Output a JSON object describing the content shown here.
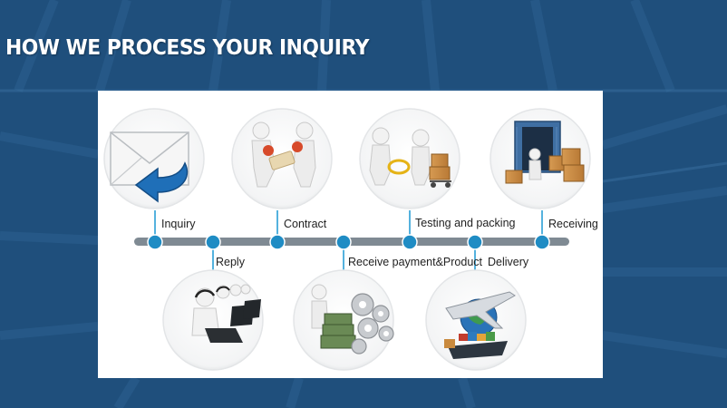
{
  "title": "HOW WE PROCESS YOUR INQUIRY",
  "colors": {
    "background": "#1f4f7c",
    "timeline": "#7f8a93",
    "node": "#1f8cc4",
    "connector": "#2a9fd6"
  },
  "steps": [
    {
      "label": "Inquiry",
      "icon": "envelope-reply-icon"
    },
    {
      "label": "Reply",
      "icon": "call-center-icon"
    },
    {
      "label": "Contract",
      "icon": "handshake-contract-icon"
    },
    {
      "label": "Receive payment&Product",
      "icon": "money-gears-icon"
    },
    {
      "label": "Testing and packing",
      "icon": "testing-packing-icon"
    },
    {
      "label": "Delivery",
      "icon": "plane-ship-globe-icon"
    },
    {
      "label": "Receiving",
      "icon": "container-boxes-icon"
    }
  ]
}
